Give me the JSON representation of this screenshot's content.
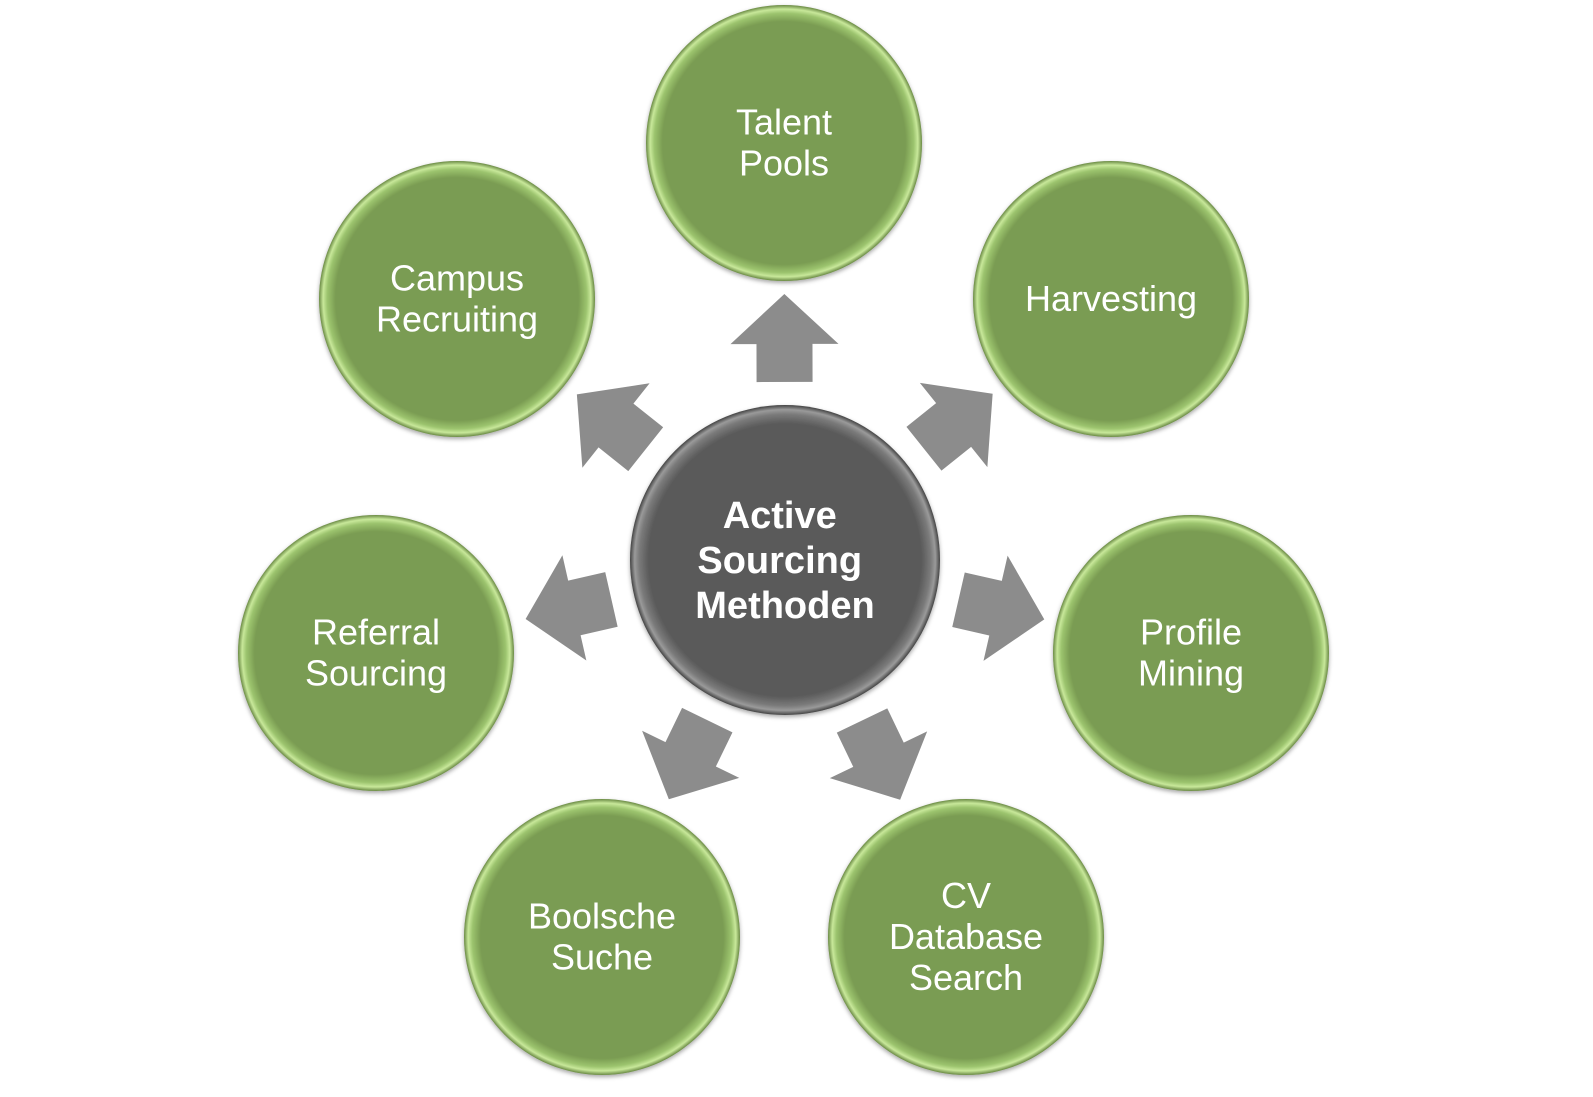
{
  "title": "Active Sourcing Methoden",
  "center": {
    "lines": [
      "Active",
      "Sourcing",
      "Methoden"
    ],
    "fill_color": "#5a5a5a"
  },
  "colors": {
    "node_fill": "#7a9c52",
    "node_highlight": "#c8e89a",
    "arrow_fill": "#8c8c8c",
    "text": "#ffffff"
  },
  "nodes": [
    {
      "id": "talent-pools",
      "lines": [
        "Talent",
        "Pools"
      ]
    },
    {
      "id": "harvesting",
      "lines": [
        "Harvesting"
      ]
    },
    {
      "id": "profile-mining",
      "lines": [
        "Profile",
        "Mining"
      ]
    },
    {
      "id": "cv-database-search",
      "lines": [
        "CV",
        "Database",
        "Search"
      ]
    },
    {
      "id": "boolsche-suche",
      "lines": [
        "Boolsche",
        "Suche"
      ]
    },
    {
      "id": "referral-sourcing",
      "lines": [
        "Referral",
        "Sourcing"
      ]
    },
    {
      "id": "campus-recruiting",
      "lines": [
        "Campus",
        "Recruiting"
      ]
    }
  ]
}
